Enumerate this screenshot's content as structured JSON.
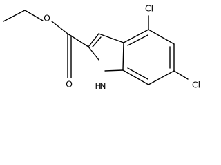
{
  "molecule": {
    "atoms": {
      "oxygen_ester": "O",
      "oxygen_carbonyl": "O",
      "nitrogen_nh": "H",
      "nitrogen_n": "N",
      "chlorine_4": "Cl",
      "chlorine_6": "Cl"
    }
  },
  "colors": {
    "bond": "#000000",
    "label": "#000000",
    "background": "#ffffff"
  }
}
